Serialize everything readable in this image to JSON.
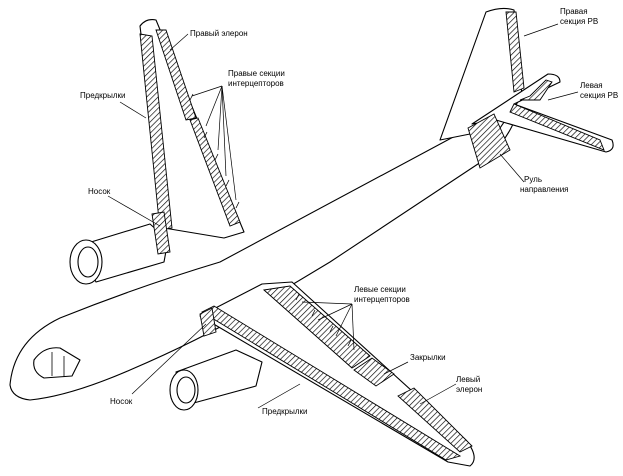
{
  "labels": {
    "right_aileron": "Правый элерон",
    "right_spoilers_l1": "Правые секции",
    "right_spoilers_l2": "интерцепторов",
    "slats_upper": "Предкрылки",
    "nose_upper": "Носок",
    "right_elevator_l1": "Правая",
    "right_elevator_l2": "секция РВ",
    "left_elevator_l1": "Левая",
    "left_elevator_l2": "секция РВ",
    "rudder_l1": "Руль",
    "rudder_l2": "направления",
    "left_spoilers_l1": "Левые секции",
    "left_spoilers_l2": "интерцепторов",
    "flaps": "Закрылки",
    "left_aileron_l1": "Левый",
    "left_aileron_l2": "элерон",
    "nose_lower": "Носок",
    "slats_lower": "Предкрылки"
  }
}
